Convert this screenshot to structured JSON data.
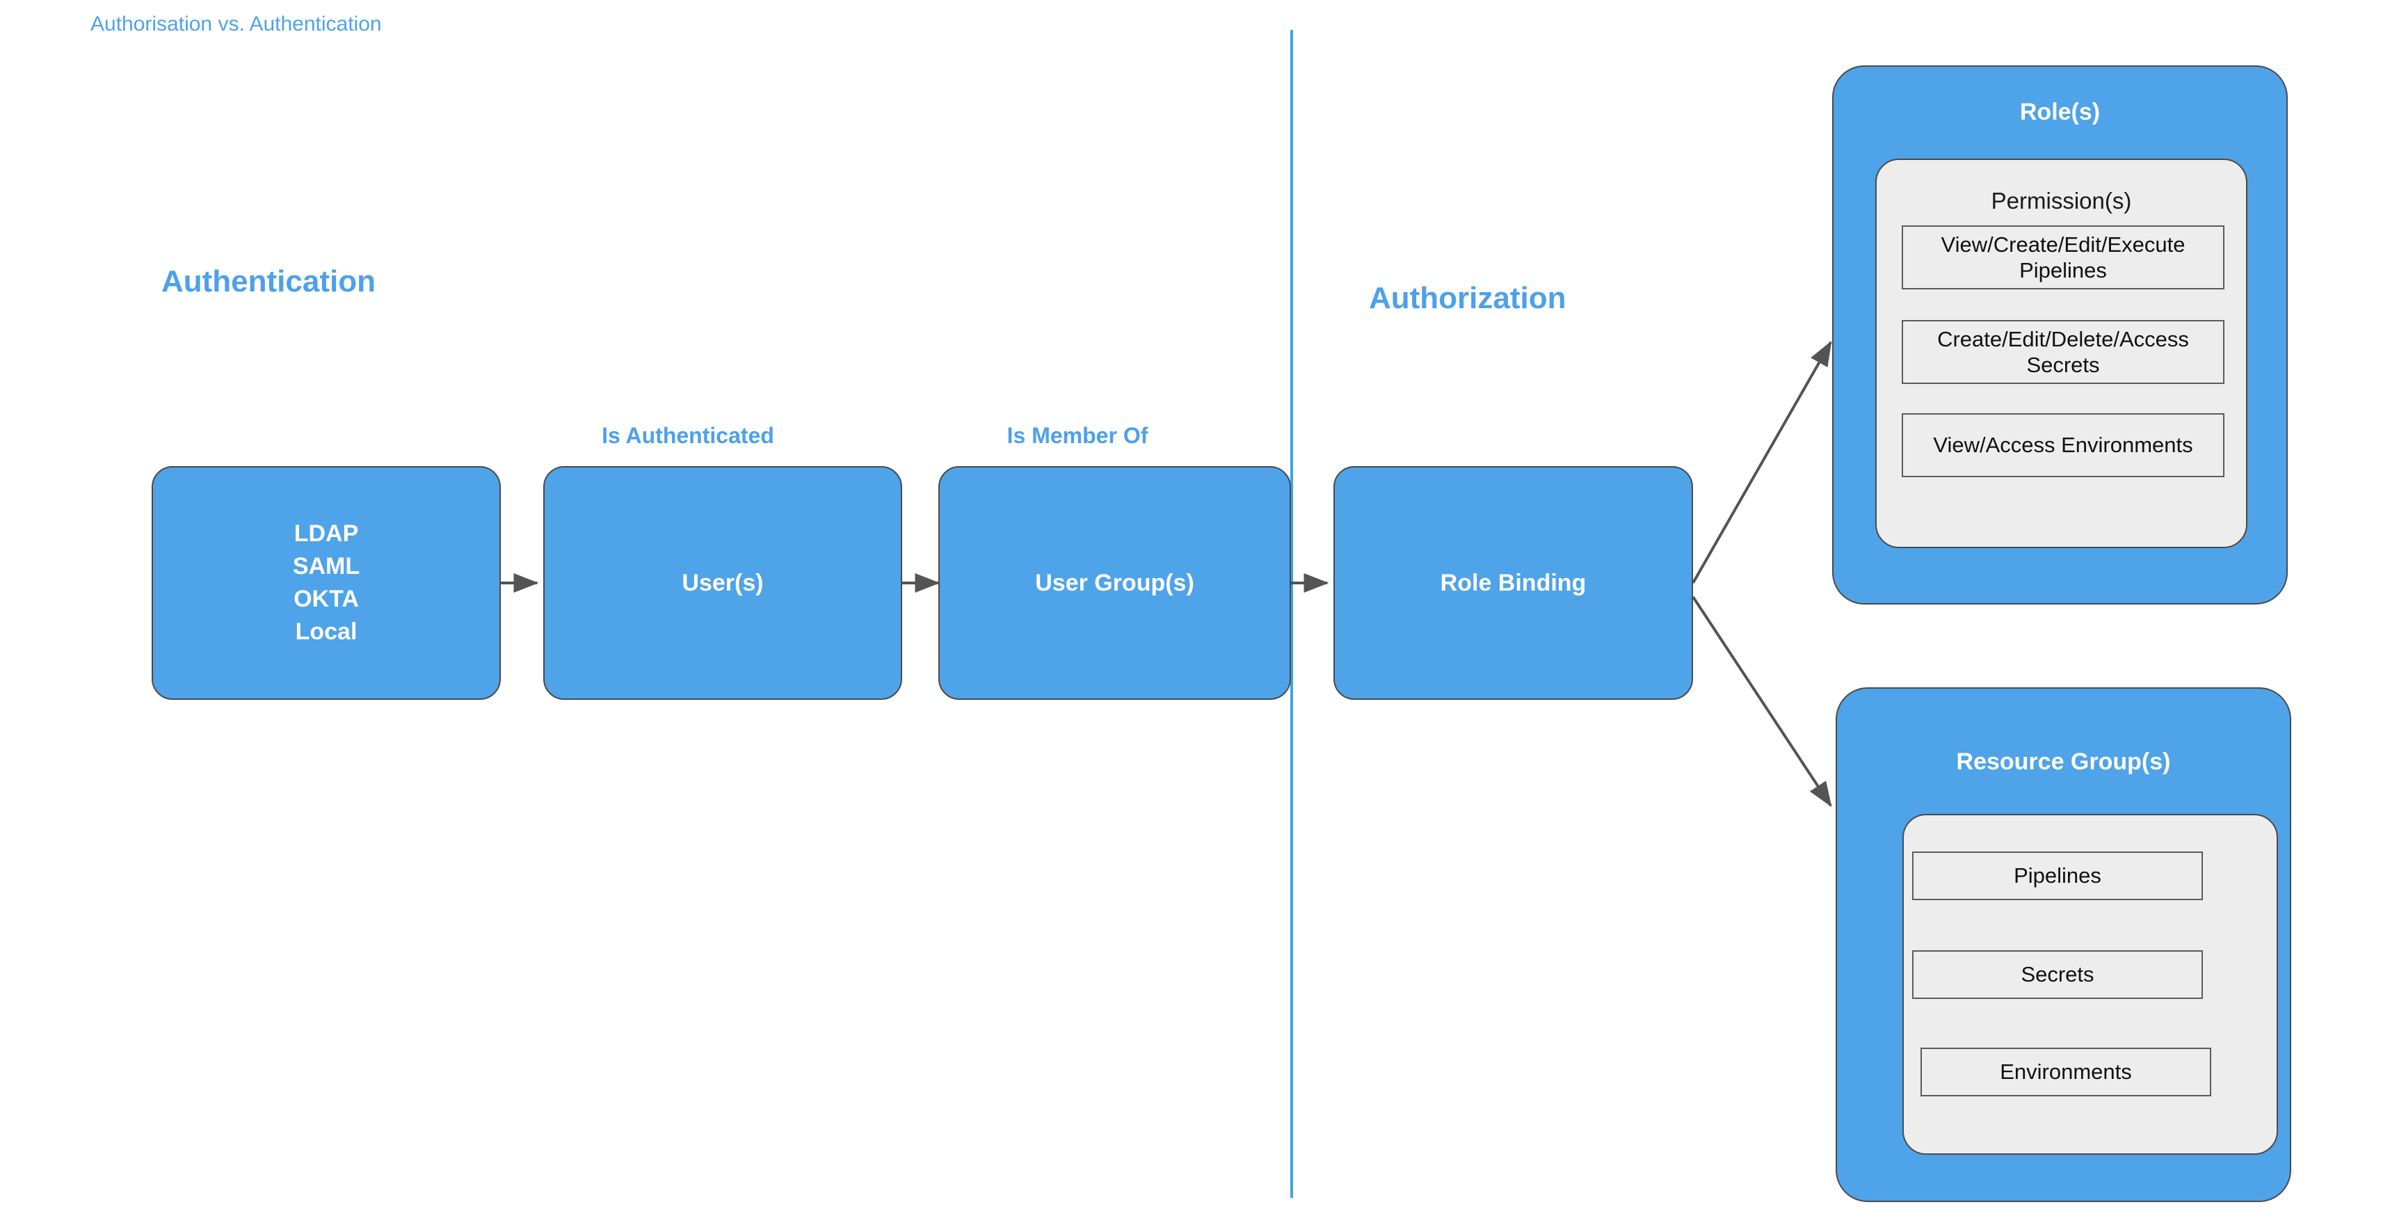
{
  "page": {
    "title": "Authorisation vs. Authentication",
    "background": "#ffffff",
    "accent_blue": "#4FA3E8",
    "label_blue": "#4DA0EB",
    "panel_gray": "#ededed",
    "stroke_gray": "#4a4a4a"
  },
  "sections": {
    "left_heading": "Authentication",
    "right_heading": "Authorization"
  },
  "divider": {
    "name": "vertical-separator",
    "color": "#3FA4E0"
  },
  "flow": {
    "nodes": [
      {
        "id": "identity-providers",
        "lines": [
          "LDAP",
          "SAML",
          "OKTA",
          "Local"
        ]
      },
      {
        "id": "users",
        "lines": [
          "User(s)"
        ]
      },
      {
        "id": "user-groups",
        "lines": [
          "User Group(s)"
        ]
      },
      {
        "id": "role-binding",
        "lines": [
          "Role Binding"
        ]
      }
    ],
    "edge_labels": [
      {
        "id": "is-authenticated",
        "text": "Is Authenticated"
      },
      {
        "id": "is-member-of",
        "text": "Is Member Of"
      }
    ]
  },
  "roles_panel": {
    "title": "Role(s)",
    "inner_title": "Permission(s)",
    "items": [
      "View/Create/Edit/Execute Pipelines",
      "Create/Edit/Delete/Access Secrets",
      "View/Access Environments"
    ]
  },
  "resource_groups_panel": {
    "title": "Resource Group(s)",
    "items": [
      "Pipelines",
      "Secrets",
      "Environments"
    ]
  }
}
